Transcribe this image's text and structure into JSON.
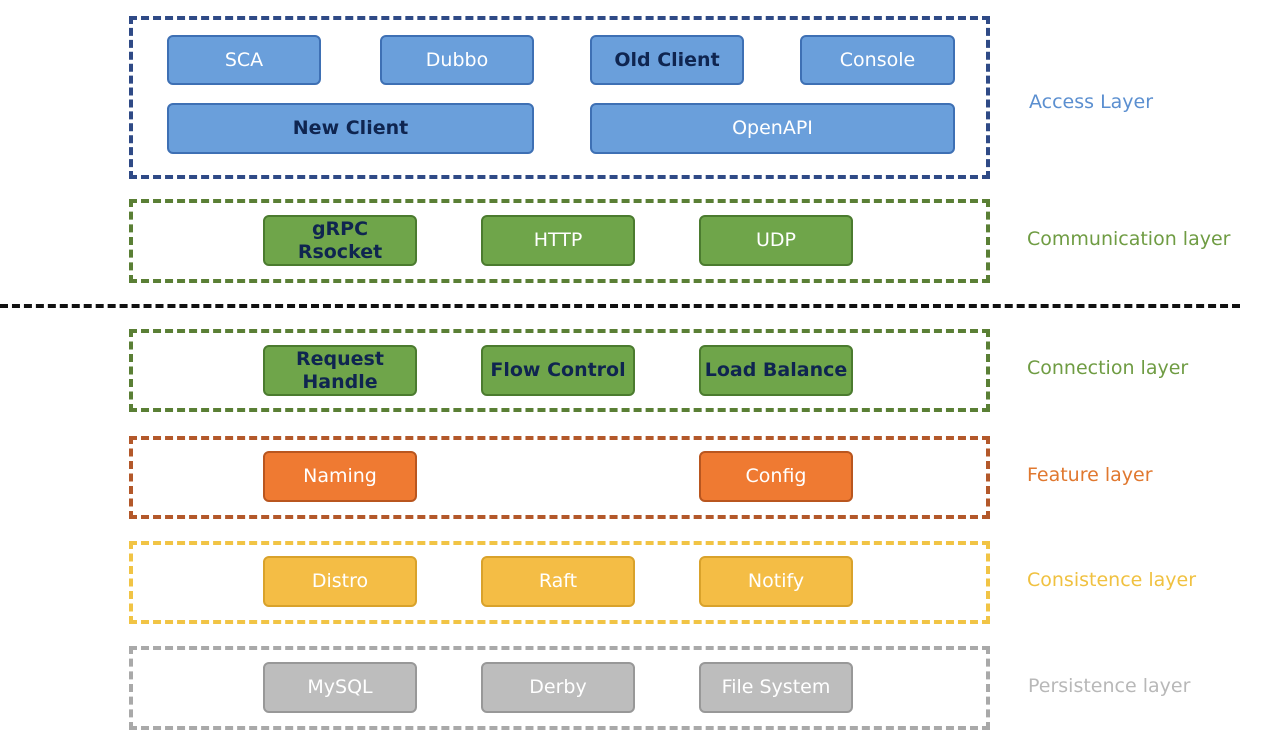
{
  "layers": [
    {
      "id": "access",
      "label": "Access Layer",
      "border_color": "#2f4a86",
      "label_color": "#5b8fd0",
      "nodes": [
        {
          "text": "SCA",
          "bold": false
        },
        {
          "text": "Dubbo",
          "bold": false
        },
        {
          "text": "Old Client",
          "bold": true
        },
        {
          "text": "Console",
          "bold": false
        },
        {
          "text": "New Client",
          "bold": true
        },
        {
          "text": "OpenAPI",
          "bold": false
        }
      ],
      "node_fill": "#6a9fdb",
      "node_border": "#3e70b4",
      "node_text": "#ffffff"
    },
    {
      "id": "communication",
      "label": "Communication layer",
      "border_color": "#5a7f35",
      "label_color": "#6f9c43",
      "nodes": [
        {
          "text": "gRPC\nRsocket",
          "bold": true
        },
        {
          "text": "HTTP",
          "bold": false
        },
        {
          "text": "UDP",
          "bold": false
        }
      ],
      "node_fill": "#6fa54a",
      "node_border": "#4b7b2f",
      "node_text": "#ffffff"
    },
    {
      "id": "connection",
      "label": "Connection layer",
      "border_color": "#5a7f35",
      "label_color": "#6f9c43",
      "nodes": [
        {
          "text": "Request\nHandle",
          "bold": true
        },
        {
          "text": "Flow Control",
          "bold": true
        },
        {
          "text": "Load Balance",
          "bold": true
        }
      ],
      "node_fill": "#6fa54a",
      "node_border": "#4b7b2f",
      "node_text": "#ffffff"
    },
    {
      "id": "feature",
      "label": "Feature layer",
      "border_color": "#b3582a",
      "label_color": "#e0782f",
      "nodes": [
        {
          "text": "Naming",
          "bold": false
        },
        {
          "text": "Config",
          "bold": false
        }
      ],
      "node_fill": "#ef7a32",
      "node_border": "#b9561f",
      "node_text": "#ffffff"
    },
    {
      "id": "consistence",
      "label": "Consistence layer",
      "border_color": "#f1c445",
      "label_color": "#f0c140",
      "nodes": [
        {
          "text": "Distro",
          "bold": false
        },
        {
          "text": "Raft",
          "bold": false
        },
        {
          "text": "Notify",
          "bold": false
        }
      ],
      "node_fill": "#f4bd45",
      "node_border": "#d9a22b",
      "node_text": "#ffffff"
    },
    {
      "id": "persistence",
      "label": "Persistence layer",
      "border_color": "#a9a9a9",
      "label_color": "#b8b8b8",
      "nodes": [
        {
          "text": "MySQL",
          "bold": false
        },
        {
          "text": "Derby",
          "bold": false
        },
        {
          "text": "File System",
          "bold": false
        }
      ],
      "node_fill": "#bdbdbd",
      "node_border": "#989898",
      "node_text": "#ffffff"
    }
  ]
}
